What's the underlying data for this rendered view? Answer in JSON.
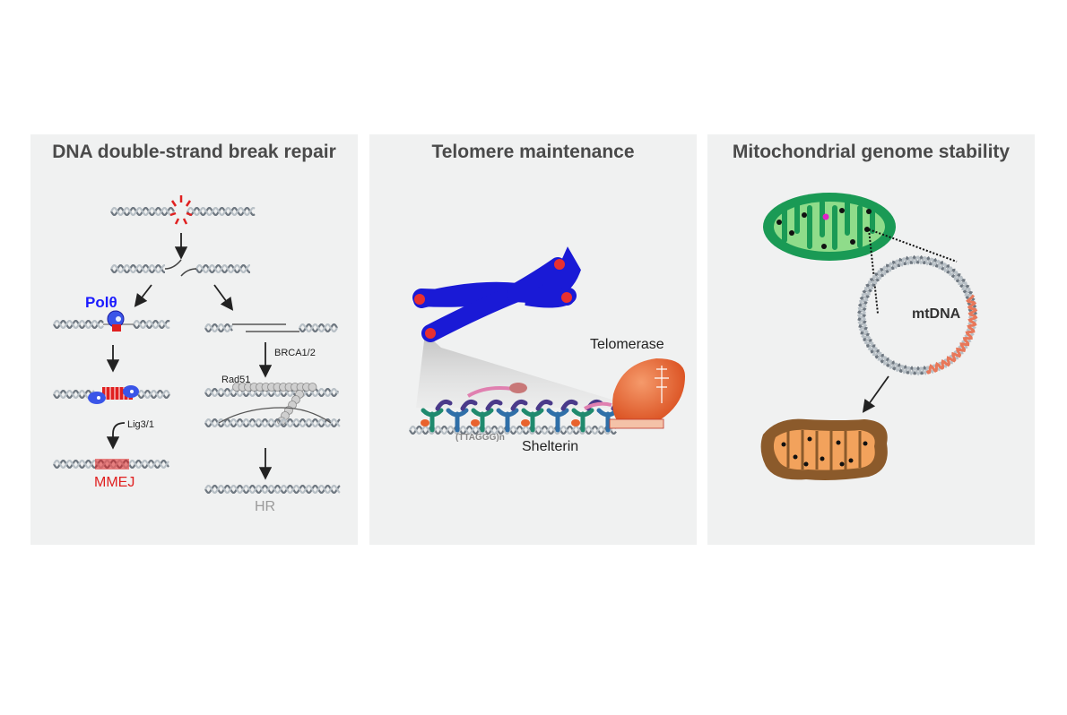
{
  "panels": [
    {
      "title": "DNA double-strand break repair",
      "labels": {
        "poltheta": "Polθ",
        "brca": "BRCA1/2",
        "rad51": "Rad51",
        "lig": "Lig3/1",
        "mmej": "MMEJ",
        "hr": "HR"
      }
    },
    {
      "title": "Telomere maintenance",
      "labels": {
        "telomerase": "Telomerase",
        "shelterin": "Shelterin",
        "repeat": "(TTAGGG)n"
      }
    },
    {
      "title": "Mitochondrial genome stability",
      "labels": {
        "mtdna": "mtDNA"
      }
    }
  ],
  "colors": {
    "panel_bg": "#f0f1f1",
    "title": "#4a4a4a",
    "poltheta": "#1a1aff",
    "mmej": "#e02020",
    "hr": "#9a9a9a",
    "chromosome": "#1a1ad6",
    "telomerase": "#e8622d",
    "mito_outer": "#1a9a55",
    "mito_inner": "#7fd27f",
    "damaged_mito": "#8b5a2b"
  }
}
